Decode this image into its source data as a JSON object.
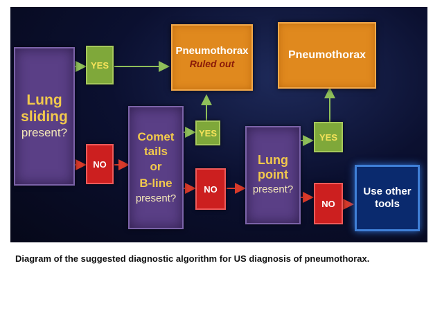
{
  "diagram": {
    "box_lung_sliding": {
      "line1": "Lung",
      "line2": "sliding",
      "line3": "present?"
    },
    "yes_1": "YES",
    "no_1": "NO",
    "box_ruled_out": {
      "line1": "Pneumothorax",
      "line2": "Ruled out"
    },
    "box_comet": {
      "line1": "Comet",
      "line2": "tails",
      "line3": "or",
      "line4": "B-line",
      "line5": "present?"
    },
    "yes_2": "YES",
    "no_2": "NO",
    "box_lung_point": {
      "line1": "Lung",
      "line2": "point",
      "line3": "present?"
    },
    "yes_3": "YES",
    "no_3": "NO",
    "box_pneumothorax": "Pneumothorax",
    "box_use_other_tools": {
      "line1": "Use other",
      "line2": "tools"
    }
  },
  "colors": {
    "purple": "#5a3f86",
    "orange": "#e0891e",
    "green": "#7fa83a",
    "red": "#cc1f1f",
    "blue": "#0a2a6e",
    "yes_arrow": "#8fbf5a",
    "no_arrow": "#d93a2a"
  },
  "caption": "Diagram of the suggested diagnostic algorithm for US diagnosis of pneumothorax."
}
